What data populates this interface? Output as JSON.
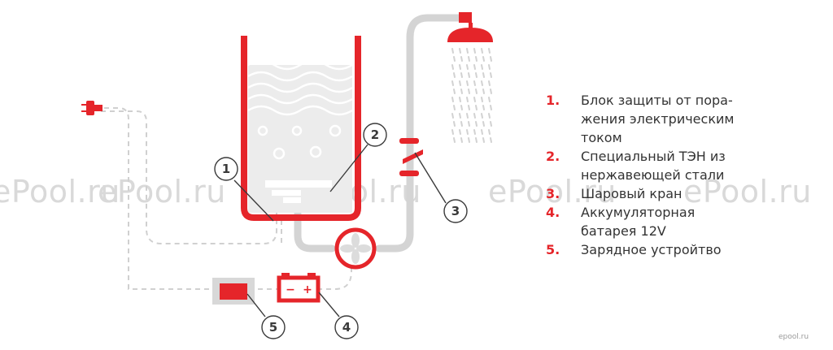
{
  "watermarks": [
    "ePool.ru",
    "ePool.ru",
    "ePool.ru",
    "ePool.ru",
    "ePool.ru"
  ],
  "callouts": [
    "1",
    "2",
    "3",
    "4",
    "5"
  ],
  "battery": {
    "minus": "−",
    "plus": "+"
  },
  "legend": [
    {
      "num": "1.",
      "text": "Блок защиты от пора-жения электрическим током"
    },
    {
      "num": "2.",
      "text": "Специальный ТЭН из нержавеющей стали"
    },
    {
      "num": "3.",
      "text": "Шаровый кран"
    },
    {
      "num": "4.",
      "text": "Аккумуляторная батарея 12V"
    },
    {
      "num": "5.",
      "text": "Зарядное устройтво"
    }
  ],
  "credit": "epool.ru",
  "colors": {
    "accent": "#e5252a",
    "pipe": "#d4d4d4",
    "text": "#333333"
  }
}
